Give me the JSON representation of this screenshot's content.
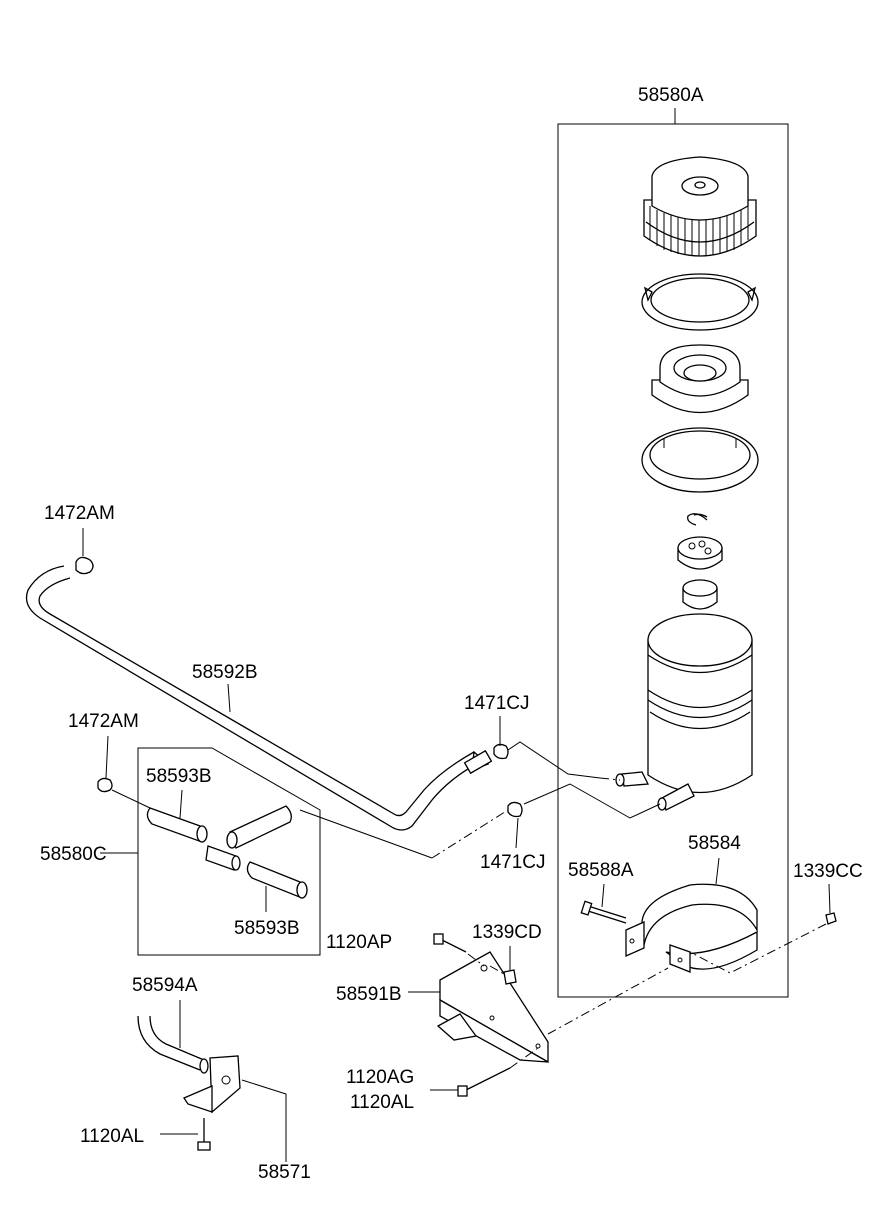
{
  "labels": {
    "reservoir_assy": "58580A",
    "clamp_top": "1472AM",
    "clamp_left": "1472AM",
    "hose_main": "58592B",
    "clamp_upper_right": "1471CJ",
    "clamp_lower_right": "1471CJ",
    "hose_kit": "58580C",
    "hose_short_top": "58593B",
    "hose_short_bottom": "58593B",
    "bolt_band": "58588A",
    "band": "58584",
    "nut_right": "1339CC",
    "bolt_bracket_top": "1120AP",
    "nut_bracket": "1339CD",
    "bracket": "58591B",
    "pipe": "58594A",
    "bolt_bracket_lower_1": "1120AG",
    "bolt_bracket_lower_2": "1120AL",
    "bolt_pipe_bracket": "1120AL",
    "pipe_bracket": "58571"
  }
}
